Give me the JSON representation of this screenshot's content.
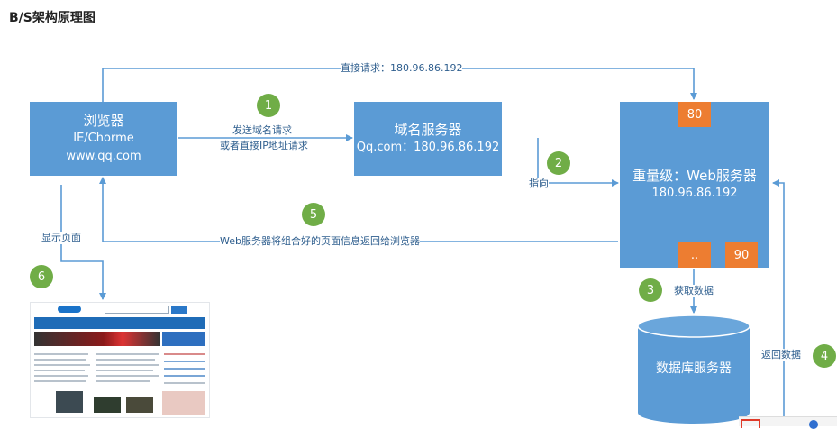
{
  "title": "B/S架构原理图",
  "browser": {
    "line1": "浏览器",
    "line2": "IE/Chorme",
    "line3": "www.qq.com"
  },
  "dns": {
    "line1": "域名服务器",
    "line2": "Qq.com：180.96.86.192"
  },
  "web": {
    "line1": "重量级：Web服务器",
    "line2": "180.96.86.192",
    "port_top": "80",
    "port_mid": "..",
    "port_right": "90"
  },
  "database": {
    "label": "数据库服务器"
  },
  "labels": {
    "direct_request": "直接请求：180.96.86.192",
    "send_domain_1": "发送域名请求",
    "send_domain_2": "或者直接IP地址请求",
    "point_to": "指向",
    "return_page": "Web服务器将组合好的页面信息返回给浏览器",
    "show_page": "显示页面",
    "get_data": "获取数据",
    "return_data": "返回数据"
  },
  "steps": {
    "s1": "1",
    "s2": "2",
    "s3": "3",
    "s4": "4",
    "s5": "5",
    "s6": "6"
  },
  "colors": {
    "box": "#5b9bd5",
    "port": "#ed7d31",
    "step": "#70ad47",
    "line": "#5b9bd5"
  }
}
